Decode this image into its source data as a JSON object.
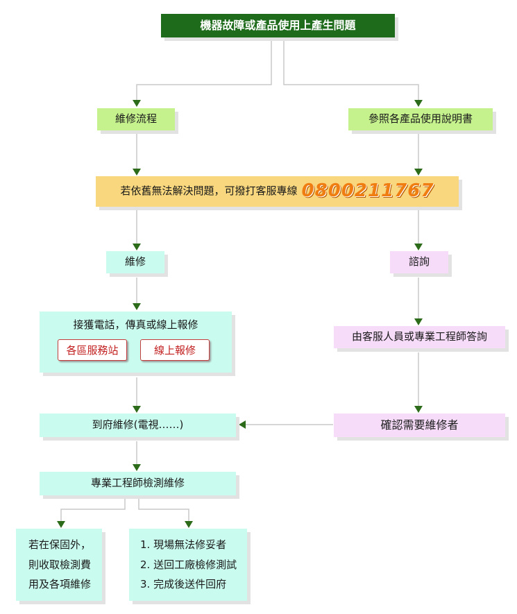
{
  "nodes": {
    "top": "機器故障或產品使用上產生問題",
    "repair_flow": "維修流程",
    "manual": "參照各產品使用說明書",
    "hotline_text": "若依舊無法解決問題，可撥打客服專線",
    "hotline_number": "0800211767",
    "repair": "維修",
    "consult": "諮詢",
    "receive": "接獲電話，傳真或線上報修",
    "btn_service": "各區服務站",
    "btn_online": "線上報修",
    "staff_answer": "由客服人員或專業工程師答詢",
    "onsite": "到府維修(電視……)",
    "confirm": "確認需要維修者",
    "engineer": "專業工程師檢測維修",
    "warranty_lines": [
      "若在保固外，",
      "則收取檢測費",
      "用及各項維修"
    ],
    "steps": [
      "1. 現場無法修妥者",
      "2. 送回工廠檢修測試",
      "3. 完成後送件回府"
    ]
  },
  "colors": {
    "dark_green": "#1e6b1c",
    "light_green": "#c6f28e",
    "orange": "#f8d77e",
    "cyan": "#c9fbee",
    "pink": "#f7dcfa",
    "phone": "#f07d12",
    "button_text": "#c21d1d",
    "arrow": "#2c6b1a"
  }
}
